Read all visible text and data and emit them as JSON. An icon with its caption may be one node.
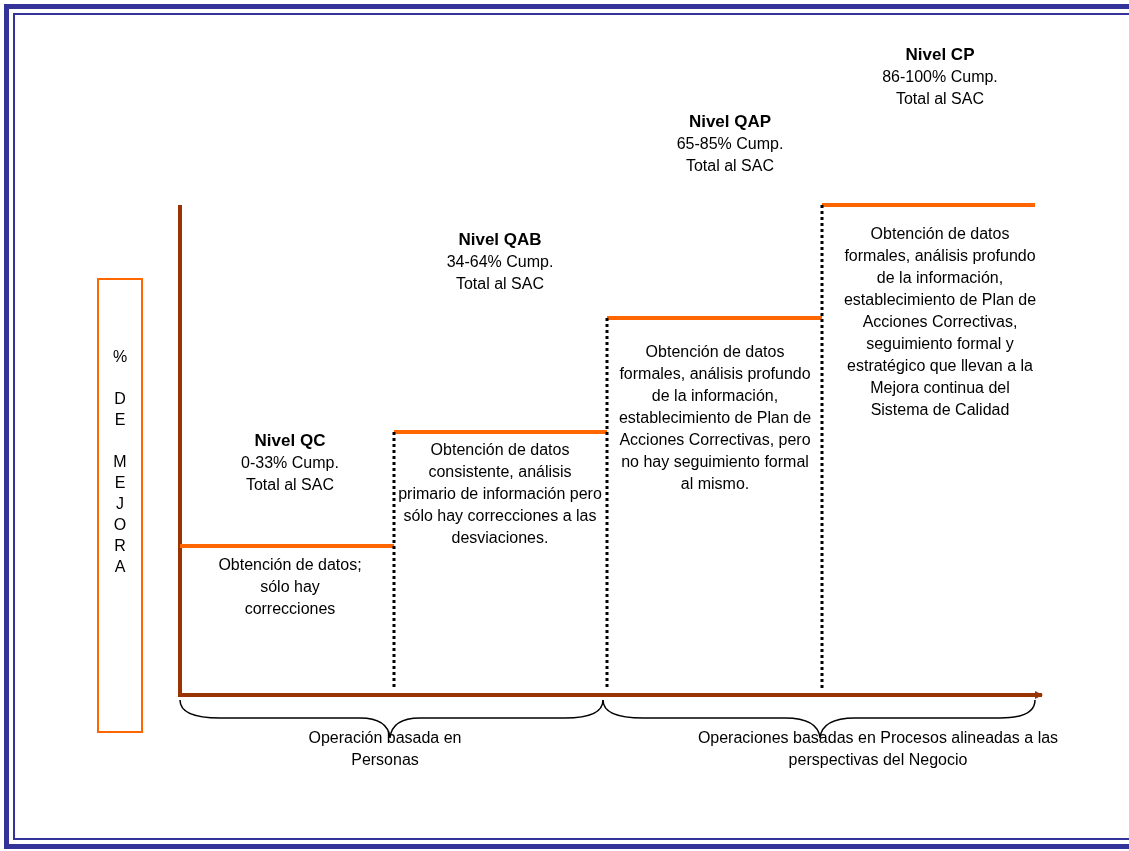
{
  "diagram": {
    "nodes": [
      {
        "text": [
          "% DE MEJORA"
        ]
      }
    ],
    "labels": [
      "Nivel QC",
      "0-33% Cump. Total al SAC",
      "Obtención de datos; sólo hay correcciones",
      "Nivel QAB",
      "34-64% Cump. Total al SAC",
      "Obtención de datos consistente, análisis primario de información pero sólo hay correcciones a las desviaciones.",
      "Nivel QAP",
      "65-85% Cump. Total al SAC",
      "Obtención de datos formales, análisis profundo de la información, establecimiento de Plan de Acciones Correctivas, pero no hay seguimiento formal al mismo.",
      "Nivel CP",
      "86-100% Cump. Total al SAC",
      "Obtención de datos formales, análisis profundo de la información, establecimiento de Plan de Acciones Correctivas, seguimiento formal y estratégico que llevan a la Mejora continua del Sistema de Calidad",
      "Operación basada en Personas",
      "Operaciones basadas en Procesos alineadas a las perspectivas del Negocio"
    ]
  }
}
